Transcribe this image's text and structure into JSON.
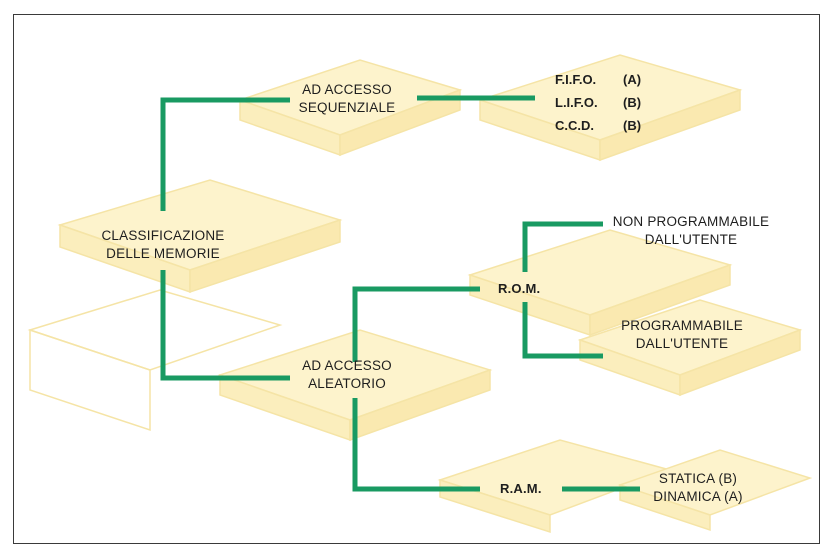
{
  "diagram": {
    "root": {
      "line1": "CLASSIFICAZIONE",
      "line2": "DELLE MEMORIE"
    },
    "sequential": {
      "line1": "AD ACCESSO",
      "line2": "SEQUENZIALE"
    },
    "sequential_types": [
      {
        "code": "F.I.F.O.",
        "tag": "(A)"
      },
      {
        "code": "L.I.F.O.",
        "tag": "(B)"
      },
      {
        "code": "C.C.D.",
        "tag": "(B)"
      }
    ],
    "random": {
      "line1": "AD ACCESSO",
      "line2": "ALEATORIO"
    },
    "rom": {
      "label": "R.O.M."
    },
    "non_programmable": {
      "line1": "NON PROGRAMMABILE",
      "line2": "DALL'UTENTE"
    },
    "programmable": {
      "line1": "PROGRAMMABILE",
      "line2": "DALL'UTENTE"
    },
    "ram": {
      "label": "R.A.M."
    },
    "ram_types": {
      "line1": "STATICA (B)",
      "line2": "DINAMICA (A)"
    },
    "colors": {
      "connector": "#199a62",
      "chip": "#fdf1c5",
      "chip_outline": "#f6e3a0"
    }
  }
}
